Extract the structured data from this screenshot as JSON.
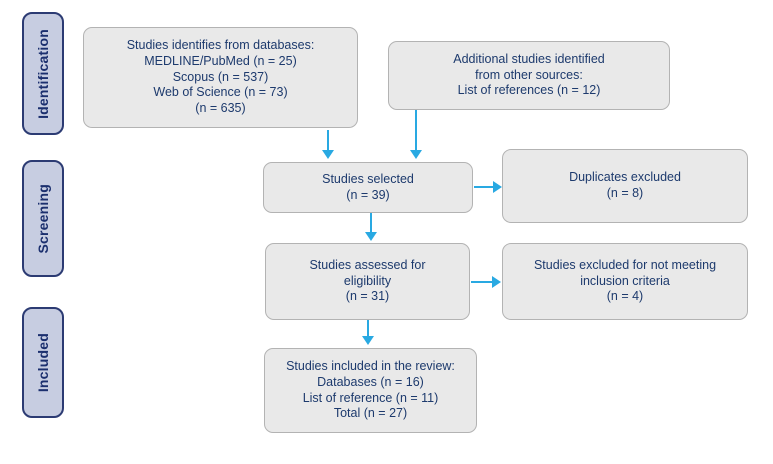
{
  "sidebar": {
    "stages": [
      {
        "label": "Identification"
      },
      {
        "label": "Screening"
      },
      {
        "label": "Included"
      }
    ]
  },
  "boxes": {
    "identified_databases": {
      "lines": [
        "Studies identifies from databases:",
        "MEDLINE/PubMed (n = 25)",
        "Scopus (n = 537)",
        "Web of Science (n = 73)",
        "(n = 635)"
      ]
    },
    "additional_sources": {
      "lines": [
        "Additional studies identified",
        "from other sources:",
        "List of references (n = 12)"
      ]
    },
    "selected": {
      "lines": [
        "Studies selected",
        "(n = 39)"
      ]
    },
    "duplicates_excluded": {
      "lines": [
        "Duplicates excluded",
        "(n = 8)"
      ]
    },
    "assessed": {
      "lines": [
        "Studies assessed for",
        "eligibility",
        "(n = 31)"
      ]
    },
    "excluded_criteria": {
      "lines": [
        "Studies excluded for not meeting",
        "inclusion criteria",
        "(n = 4)"
      ]
    },
    "included_review": {
      "lines": [
        "Studies included in the review:",
        "Databases (n = 16)",
        "List of reference (n = 11)",
        "Total (n = 27)"
      ]
    }
  },
  "colors": {
    "arrow": "#29a9e2",
    "box_fill": "#e9e9e9",
    "box_border": "#b3b3b3",
    "box_text": "#1d3a6d",
    "stage_fill": "#c7cde1",
    "stage_border": "#2c3b73",
    "stage_text": "#1b2f6e"
  }
}
